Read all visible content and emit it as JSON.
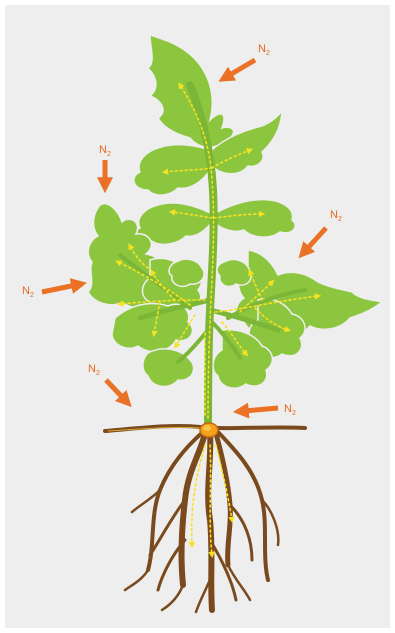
{
  "labels": [
    {
      "id": "n2-top-right",
      "base": "N",
      "sub": "2"
    },
    {
      "id": "n2-top-left",
      "base": "N",
      "sub": "2"
    },
    {
      "id": "n2-mid-right",
      "base": "N",
      "sub": "2"
    },
    {
      "id": "n2-mid-left",
      "base": "N",
      "sub": "2"
    },
    {
      "id": "n2-low-left",
      "base": "N",
      "sub": "2"
    },
    {
      "id": "n2-low-right",
      "base": "N",
      "sub": "2"
    }
  ],
  "colors": {
    "background": "#eeeeee",
    "leaf": "#8cc63f",
    "leaf_dark": "#6aa72e",
    "stem": "#7bb636",
    "root": "#7a4a1e",
    "arrow_n2": "#ea7125",
    "flow_arrow": "#f7e21f",
    "nodule": "#f4a11b",
    "label_text": "#e5661b"
  }
}
